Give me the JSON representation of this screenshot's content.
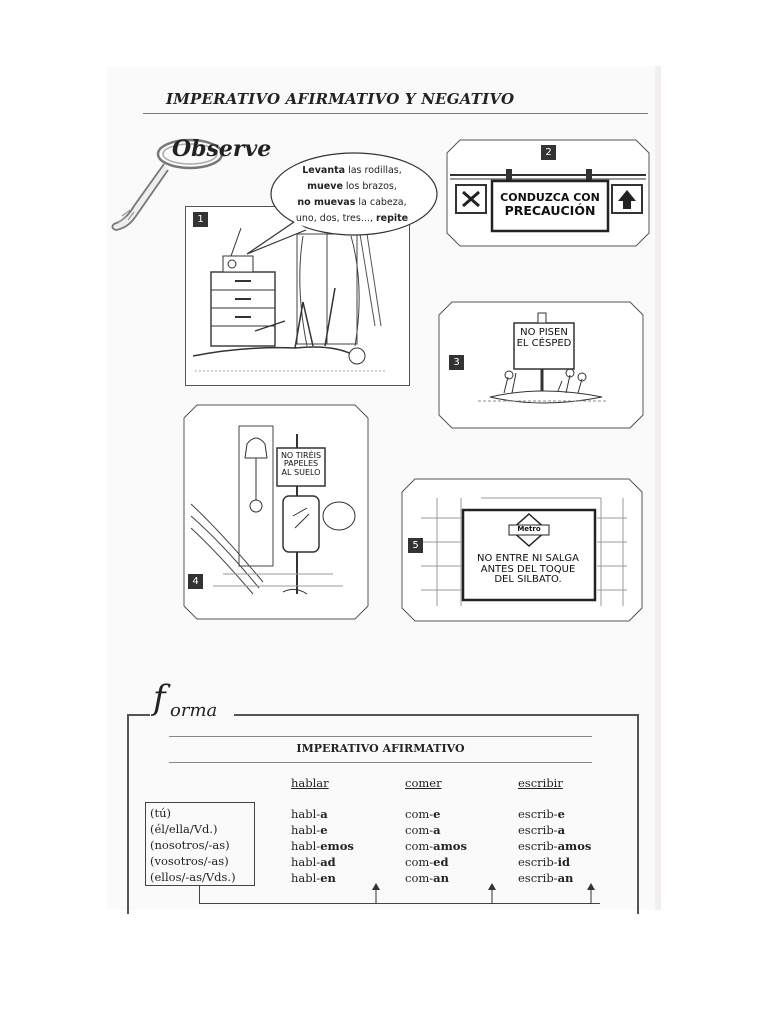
{
  "header": {
    "title": "IMPERATIVO AFIRMATIVO Y NEGATIVO"
  },
  "observe": {
    "label": "Observe"
  },
  "panels": [
    {
      "number": "1"
    },
    {
      "number": "2"
    },
    {
      "number": "3"
    },
    {
      "number": "4"
    },
    {
      "number": "5"
    }
  ],
  "bubble": {
    "line1_bold": "Levanta",
    "line1_rest": " las rodillas,",
    "line2_bold": "mueve",
    "line2_rest": " los brazos,",
    "line3_bold": "no muevas",
    "line3_rest": " la cabeza,",
    "line4_rest": "uno, dos, tres..., ",
    "line4_bold": "repite"
  },
  "signs": {
    "sign2_line1": "CONDUZCA CON",
    "sign2_line2": "PRECAUCIÓN",
    "sign3_line1": "NO PISEN",
    "sign3_line2": "EL CÉSPED",
    "sign4_line1": "NO TIRÉIS",
    "sign4_line2": "PAPELES",
    "sign4_line3": "AL SUELO",
    "sign5_logo": "Metro",
    "sign5_line1": "NO ENTRE NI SALGA",
    "sign5_line2": "ANTES DEL TOQUE",
    "sign5_line3": "DEL SILBATO."
  },
  "forma": {
    "initial": "f",
    "rest": "orma",
    "table_heading": "IMPERATIVO AFIRMATIVO",
    "columns": [
      "hablar",
      "comer",
      "escribir"
    ],
    "pronouns": [
      "(tú)",
      "(él/ella/Vd.)",
      "(nosotros/-as)",
      "(vosotros/-as)",
      "(ellos/-as/Vds.)"
    ],
    "hablar": [
      {
        "stem": "habl-",
        "ending": "a"
      },
      {
        "stem": "habl-",
        "ending": "e"
      },
      {
        "stem": "habl-",
        "ending": "emos"
      },
      {
        "stem": "habl-",
        "ending": "ad"
      },
      {
        "stem": "habl-",
        "ending": "en"
      }
    ],
    "comer": [
      {
        "stem": "com-",
        "ending": "e"
      },
      {
        "stem": "com-",
        "ending": "a"
      },
      {
        "stem": "com-",
        "ending": "amos"
      },
      {
        "stem": "com-",
        "ending": "ed"
      },
      {
        "stem": "com-",
        "ending": "an"
      }
    ],
    "escribir": [
      {
        "stem": "escrib-",
        "ending": "e"
      },
      {
        "stem": "escrib-",
        "ending": "a"
      },
      {
        "stem": "escrib-",
        "ending": "amos"
      },
      {
        "stem": "escrib-",
        "ending": "id"
      },
      {
        "stem": "escrib-",
        "ending": "an"
      }
    ]
  }
}
